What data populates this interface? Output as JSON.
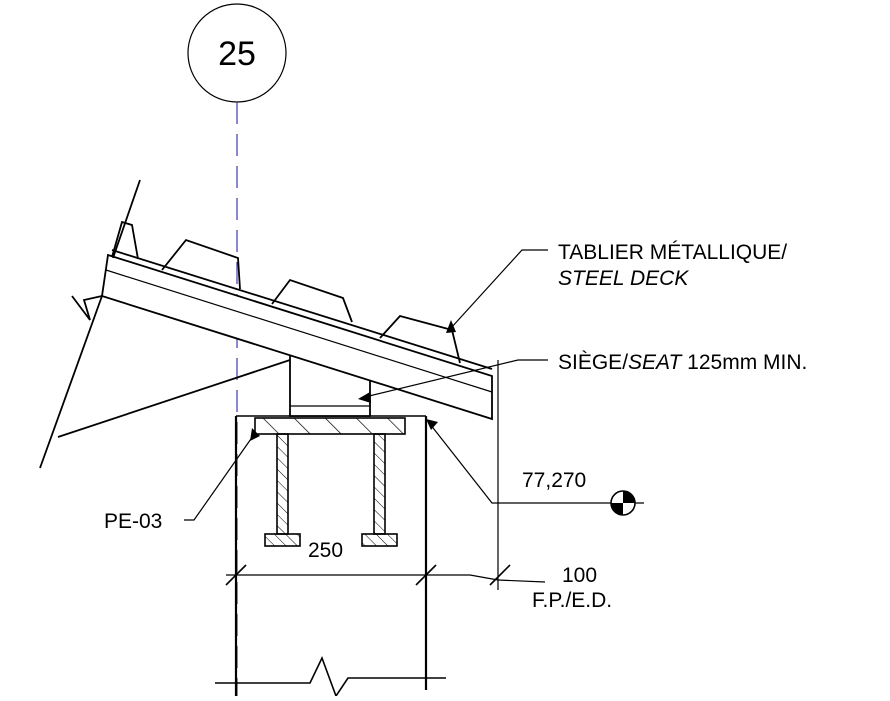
{
  "grid": {
    "label": "25"
  },
  "annotations": {
    "deck_fr": "TABLIER MÉTALLIQUE/",
    "deck_en": "STEEL DECK",
    "seat_fr": "SIÈGE/",
    "seat_en": "SEAT",
    "seat_min": " 125mm MIN.",
    "plate": "PE-03",
    "elevation": "77,270",
    "dim_250": "250",
    "dim_100": "100",
    "fp_ed": "F.P./E.D."
  },
  "colors": {
    "line": "#000000",
    "grid_line": "#3b3bb0"
  }
}
